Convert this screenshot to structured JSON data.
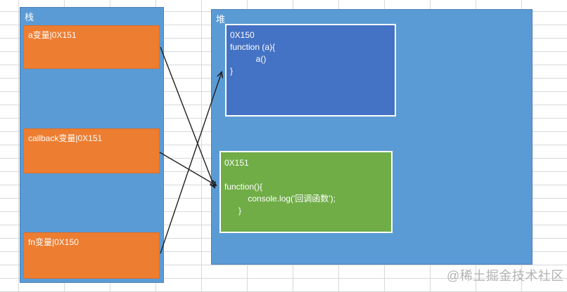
{
  "stack": {
    "title": "栈",
    "items": [
      {
        "label": "a变量|0X151",
        "points_to": "0X151"
      },
      {
        "label": "callback变量|0X151",
        "points_to": "0X151"
      },
      {
        "label": "fn变量|0X150",
        "points_to": "0X150"
      }
    ]
  },
  "heap": {
    "title": "堆",
    "objects": [
      {
        "address": "0X150",
        "lines": [
          "0X150",
          "function (a){",
          "           a()",
          "}"
        ]
      },
      {
        "address": "0X151",
        "lines": [
          "0X151",
          "",
          "function(){",
          "          console.log('回调函数');",
          "      }"
        ]
      }
    ]
  },
  "watermark": {
    "text": "@稀土掘金技术社区"
  },
  "colors": {
    "container_fill": "#5b9bd5",
    "container_border": "#4a80b6",
    "variable_fill": "#ed7d31",
    "function_0x150_fill": "#4472c4",
    "function_0x151_fill": "#70ad47",
    "heap_box_border": "#ffffff",
    "grid_line": "#d5d8dc",
    "arrow": "#1f1f1f",
    "watermark": "#b3b3b3"
  }
}
